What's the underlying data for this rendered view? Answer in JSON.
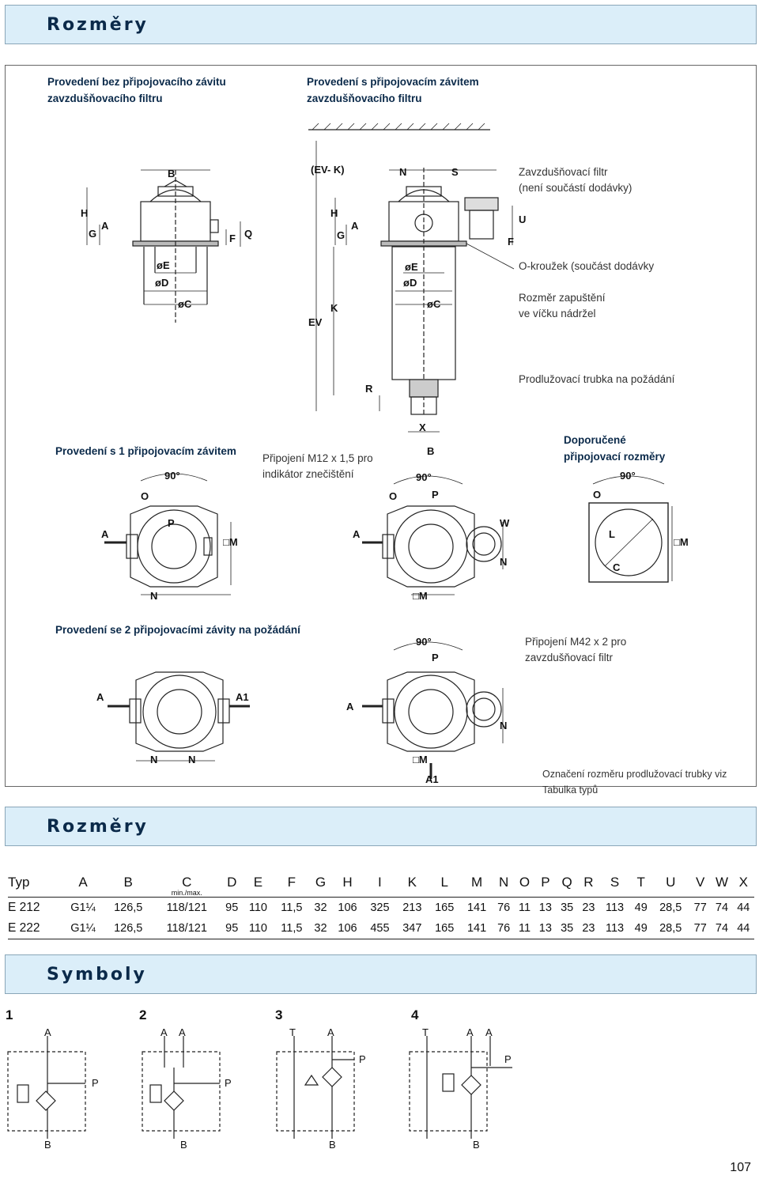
{
  "header1": {
    "title": "Rozměry"
  },
  "diagram": {
    "label_left": [
      "Provedení bez připojovacího závitu",
      "zavzdušňovacího  filtru"
    ],
    "label_right": [
      "Provedení s připojovacím závitem",
      "zavzdušňovacího  filtru"
    ],
    "cap_breather": [
      "Zavzdušňovací  filtr",
      "(není součástí dodávky)"
    ],
    "cap_oring": "O-kroužek (součást dodávky",
    "cap_cutout": [
      "Rozměr zapuštění",
      "ve víčku nádržel"
    ],
    "cap_extension": "Prodlužovací trubka na požádání",
    "label_one_port": "Provedení s 1 připojovacím závitem",
    "cap_m12": [
      "Připojení M12 x 1,5 pro",
      "indikátor znečištění"
    ],
    "label_recommended": [
      "Doporučené",
      "připojovací rozměry"
    ],
    "label_two_ports": "Provedení se 2 připojovacími závity na požádání",
    "cap_m42": [
      "Připojení M42 x 2 pro",
      "zavzdušňovací  filtr"
    ],
    "cap_note": "Označení rozměru prodlužovací trubky viz Tabulka typů",
    "letters": {
      "B": "B",
      "H": "H",
      "G": "G",
      "A": "A",
      "F": "F",
      "Q": "Q",
      "E": "øE",
      "D": "øD",
      "C": "øC",
      "EVK": "(EV- K)",
      "N": "N",
      "S": "S",
      "U": "U",
      "K": "K",
      "EV": "EV",
      "R": "R",
      "X": "X",
      "deg": "90°",
      "O": "O",
      "P": "P",
      "M": "□M",
      "W": "W",
      "L": "L",
      "Cs": "C",
      "A1": "A1"
    }
  },
  "header2": {
    "title": "Rozměry"
  },
  "table": {
    "columns": [
      "Typ",
      "A",
      "B",
      "C",
      "D",
      "E",
      "F",
      "G",
      "H",
      "I",
      "K",
      "L",
      "M",
      "N",
      "O",
      "P",
      "Q",
      "R",
      "S",
      "T",
      "U",
      "V",
      "W",
      "X"
    ],
    "c_sub": "min./max.",
    "rows": [
      [
        "E 212",
        "G1¼",
        "126,5",
        "118/121",
        "95",
        "110",
        "11,5",
        "32",
        "106",
        "325",
        "213",
        "165",
        "141",
        "76",
        "11",
        "13",
        "35",
        "23",
        "113",
        "49",
        "28,5",
        "77",
        "74",
        "44"
      ],
      [
        "E 222",
        "G1¼",
        "126,5",
        "118/121",
        "95",
        "110",
        "11,5",
        "32",
        "106",
        "455",
        "347",
        "165",
        "141",
        "76",
        "11",
        "13",
        "35",
        "23",
        "113",
        "49",
        "28,5",
        "77",
        "74",
        "44"
      ]
    ]
  },
  "header3": {
    "title": "Symboly"
  },
  "symbols": {
    "nums": [
      "1",
      "2",
      "3",
      "4"
    ],
    "A": "A",
    "A1": "A",
    "B": "B",
    "P": "P",
    "T": "T"
  },
  "page_number": "107"
}
